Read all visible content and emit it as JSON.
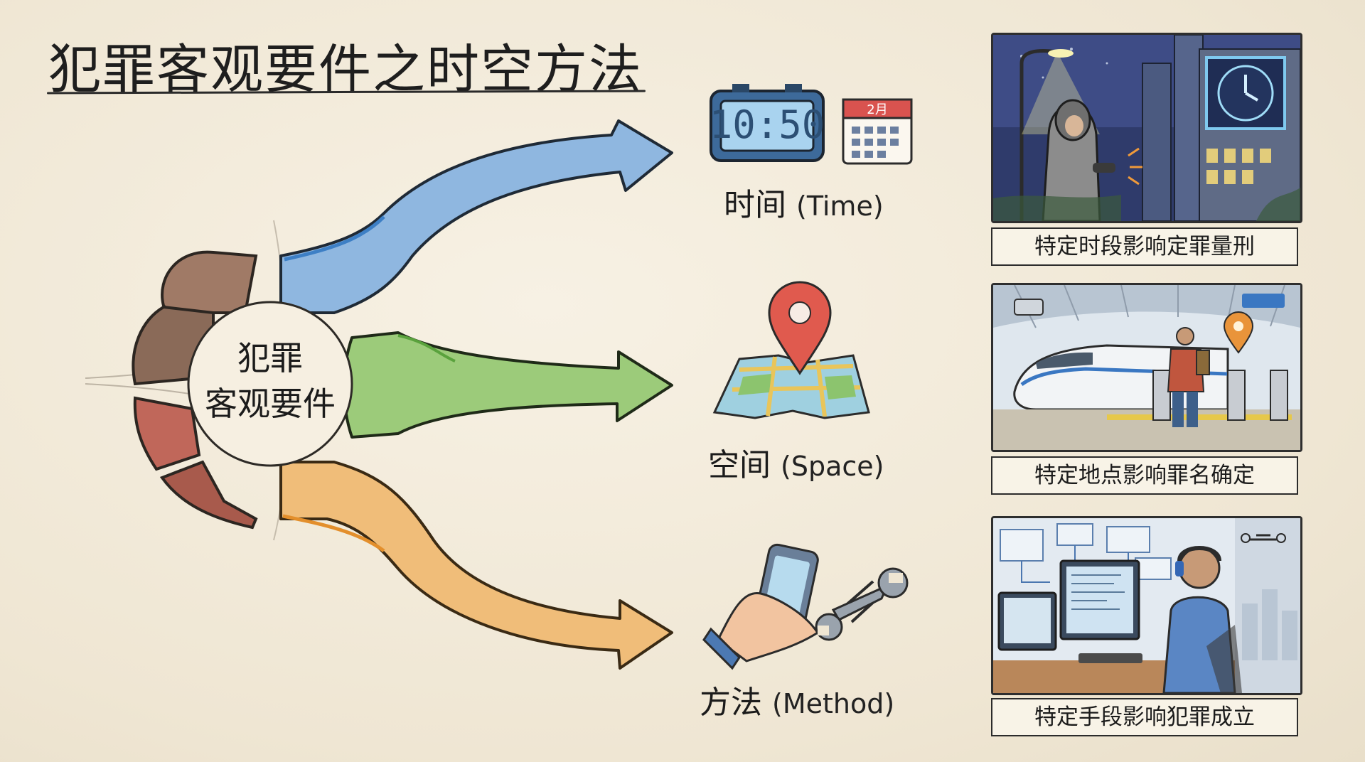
{
  "title": "犯罪客观要件之时空方法",
  "hub": {
    "line1": "犯罪",
    "line2": "客观要件"
  },
  "categories": [
    {
      "key": "time",
      "label_cn": "时间",
      "label_en": "(Time)",
      "color": "#6a9fd4",
      "icon_text": "10:50",
      "calendar_text": "2月",
      "caption": "特定时段影响定罪量刑"
    },
    {
      "key": "space",
      "label_cn": "空间",
      "label_en": "(Space)",
      "color": "#7fb858",
      "caption": "特定地点影响罪名确定"
    },
    {
      "key": "method",
      "label_cn": "方法",
      "label_en": "(Method)",
      "color": "#e5a24a",
      "caption": "特定手段影响犯罪成立"
    }
  ]
}
